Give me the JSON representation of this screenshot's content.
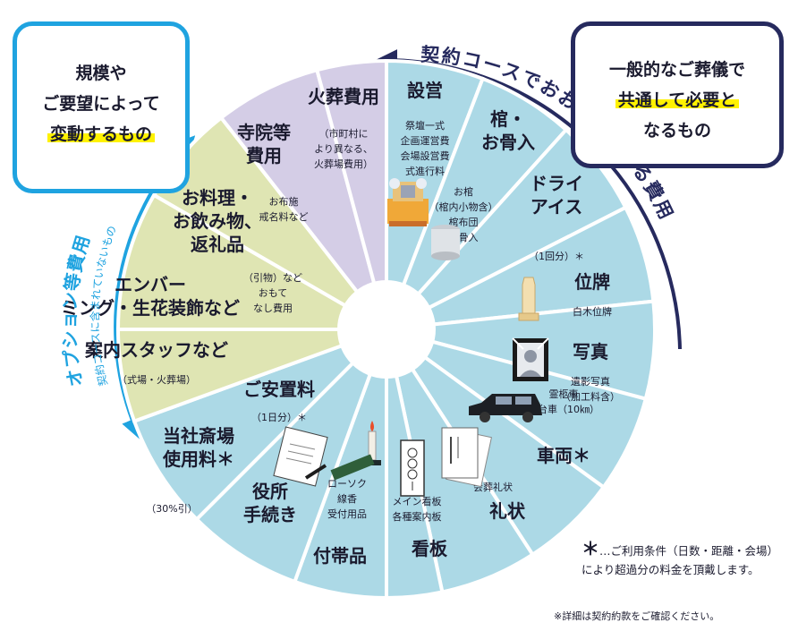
{
  "bubbles": {
    "left": {
      "line1": "規模や",
      "line2": "ご要望によって",
      "line3": "変動するもの"
    },
    "right": {
      "line1": "一般的なご葬儀で",
      "line2": "共通して必要と",
      "line3": "なるもの"
    }
  },
  "arcs": {
    "right_title": "契約コースでおおむね賄える費用",
    "left_title": "オプション等費用",
    "left_subtitle": "契約コースに含まれていないもの"
  },
  "colors": {
    "purple": "#d4cde6",
    "green": "#dfe5b3",
    "blue": "#acd9e6",
    "navy": "#262a5e",
    "cyan": "#1fa3e0",
    "highlight": "#fff200"
  },
  "segments": [
    {
      "id": "setsuei",
      "group": "blue",
      "title": [
        "設営"
      ],
      "details": [
        "祭壇一式",
        "企画運営費",
        "会場設営費",
        "式進行料"
      ],
      "icon": "altar-icon"
    },
    {
      "id": "hitsugi",
      "group": "blue",
      "title": [
        "棺・",
        "お骨入"
      ],
      "details": [
        "お棺",
        "（棺内小物含）",
        "棺布団",
        "お骨入"
      ],
      "icon": "urn-icon"
    },
    {
      "id": "dryice",
      "group": "blue",
      "title": [
        "ドライ",
        "アイス"
      ],
      "details": [
        "（1回分）＊"
      ],
      "icon": ""
    },
    {
      "id": "ihai",
      "group": "blue",
      "title": [
        "位牌"
      ],
      "details": [
        "白木位牌"
      ],
      "icon": "tablet-icon"
    },
    {
      "id": "shashin",
      "group": "blue",
      "title": [
        "写真"
      ],
      "details": [
        "遺影写真",
        "（加工料含）"
      ],
      "icon": "portrait-icon"
    },
    {
      "id": "sharyo",
      "group": "blue",
      "title": [
        "車両＊"
      ],
      "details": [
        "霊柩車",
        "寝台車（10㎞）"
      ],
      "icon": "hearse-icon"
    },
    {
      "id": "reijo",
      "group": "blue",
      "title": [
        "礼状"
      ],
      "details": [
        "会葬礼状"
      ],
      "icon": "letters-icon"
    },
    {
      "id": "kanban",
      "group": "blue",
      "title": [
        "看板"
      ],
      "details": [
        "メイン看板",
        "各種案内板"
      ],
      "icon": "signboard-icon"
    },
    {
      "id": "fuzokuhin",
      "group": "blue",
      "title": [
        "付帯品"
      ],
      "details": [
        "ローソク",
        "線香",
        "受付用品"
      ],
      "icon": "candle-icon"
    },
    {
      "id": "yakusho",
      "group": "blue",
      "title": [
        "役所",
        "手続き"
      ],
      "details": [],
      "icon": "document-icon"
    },
    {
      "id": "saijo",
      "group": "blue",
      "title": [
        "当社斎場",
        "使用料＊"
      ],
      "details": [
        "（30%引）"
      ],
      "icon": ""
    },
    {
      "id": "anchi",
      "group": "blue",
      "title": [
        "ご安置料"
      ],
      "details": [
        "（1日分）＊"
      ],
      "icon": ""
    },
    {
      "id": "staff",
      "group": "green",
      "title": [
        "案内スタッフなど"
      ],
      "details": [
        "（式場・火葬場）"
      ],
      "icon": ""
    },
    {
      "id": "embalming",
      "group": "green",
      "title": [
        "エンバー",
        "ミング・生花装飾など"
      ],
      "details": [],
      "icon": ""
    },
    {
      "id": "ryori",
      "group": "green",
      "title": [
        "お料理・",
        "お飲み物、",
        "返礼品"
      ],
      "details": [
        "（引物）など",
        "おもて",
        "なし費用"
      ],
      "icon": ""
    },
    {
      "id": "jiin",
      "group": "purple",
      "title": [
        "寺院等",
        "費用"
      ],
      "details": [
        "お布施",
        "戒名料など"
      ],
      "icon": ""
    },
    {
      "id": "kaso",
      "group": "purple",
      "title": [
        "火葬費用"
      ],
      "details": [
        "（市町村に",
        "より異なる、",
        "火葬場費用）"
      ],
      "icon": ""
    }
  ],
  "notes": {
    "star": "＊",
    "star_text": "…ご利用条件（日数・距離・会場）により超過分の料金を頂戴します。",
    "detail": "※詳細は契約約款をご確認ください。"
  }
}
